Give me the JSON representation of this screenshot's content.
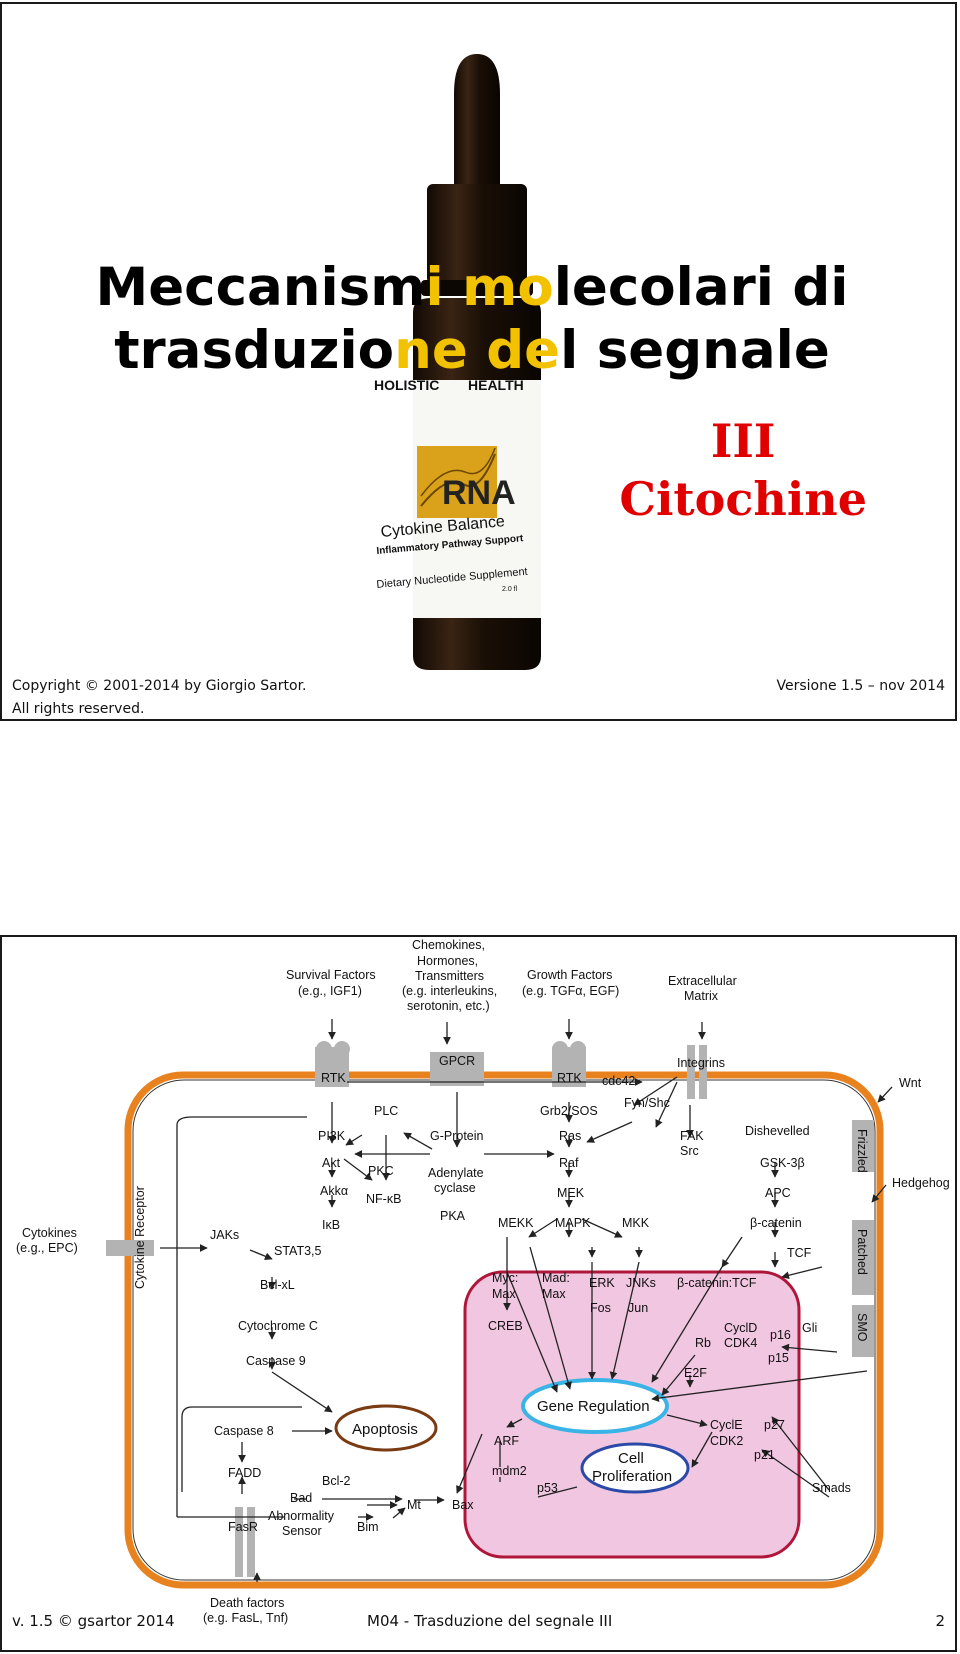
{
  "slide1": {
    "title_line1_a": "Meccanism",
    "title_line1_b": "i mo",
    "title_line1_c": "lecolari di",
    "title_line2_a": "trasduzio",
    "title_line2_b": "ne de",
    "title_line2_c": "l segnale",
    "subtitle_line1": "III",
    "subtitle_line2": "Citochine",
    "copyright": "Copyright © 2001-2014  by Giorgio Sartor.",
    "rights": "All rights reserved.",
    "version": "Versione 1.5 – nov 2014",
    "bottle_label": {
      "brand_left": "HOLISTIC",
      "brand_right": "HEALTH",
      "product": "RNA",
      "line1": "Cytokine Balance",
      "line2": "Inflammatory Pathway Support",
      "line3": "Dietary Nucleotide Supplement",
      "line4": "2.0 fl"
    }
  },
  "slide2": {
    "labels": {
      "survival": "Survival Factors",
      "survival_eg": "(e.g., IGF1)",
      "chemo1": "Chemokines,",
      "chemo2": "Hormones,",
      "chemo3": "Transmitters",
      "chemo4": "(e.g. interleukins,",
      "chemo5": "serotonin, etc.)",
      "growth": "Growth Factors",
      "growth_eg": "(e.g. TGFα, EGF)",
      "extra1": "Extracellular",
      "extra2": "Matrix",
      "rtk1": "RTK",
      "gpcr": "GPCR",
      "rtk2": "RTK",
      "integrins": "Integrins",
      "wnt": "Wnt",
      "cdc42": "cdc42",
      "plc": "PLC",
      "grb2": "Grb2/SOS",
      "fynshc": "Fyn/Shc",
      "pi3k": "PI3K",
      "gprotein": "G-Protein",
      "ras": "Ras",
      "fak": "FAK",
      "src": "Src",
      "dishevelled": "Dishevelled",
      "frizzled": "Frizzled",
      "akt": "Akt",
      "pkc": "PKC",
      "adenylate1": "Adenylate",
      "adenylate2": "cyclase",
      "raf": "Raf",
      "gsk": "GSK-3β",
      "hedgehog": "Hedgehog",
      "akka": "Akkα",
      "nfkb": "NF-κB",
      "apc": "APC",
      "cytokines1": "Cytokines",
      "cytokines2": "(e.g., EPC)",
      "cytorec": "Cytokine Receptor",
      "jaks": "JAKs",
      "ikb": "IκB",
      "pka": "PKA",
      "mek": "MEK",
      "mekk": "MEKK",
      "mapk": "MAPK",
      "mkk": "MKK",
      "bcat": "β-catenin",
      "patched": "Patched",
      "stat": "STAT3,5",
      "tcf": "TCF",
      "myc": "Myc:",
      "mad": "Mad:",
      "max1": "Max",
      "max2": "Max",
      "erk": "ERK",
      "jnks": "JNKs",
      "bcattcf": "β-catenin:TCF",
      "bclxl": "Bcl-xL",
      "fos": "Fos",
      "jun": "Jun",
      "smo": "SMO",
      "cytc": "Cytochrome C",
      "creb": "CREB",
      "cycd": "CyclD",
      "cdk4": "CDK4",
      "p16": "p16",
      "gli": "Gli",
      "rb": "Rb",
      "casp9": "Caspase 9",
      "p15": "p15",
      "e2f": "E2F",
      "generegulation": "Gene Regulation",
      "casp8": "Caspase 8",
      "apoptosis": "Apoptosis",
      "cyce": "CyclE",
      "p27": "p27",
      "arf": "ARF",
      "cdk2": "CDK2",
      "cell1": "Cell",
      "cell2": "Proliferation",
      "p21": "p21",
      "fadd": "FADD",
      "bcl2": "Bcl-2",
      "mdm2": "mdm2",
      "bad": "Bad",
      "smads": "Smads",
      "p53": "p53",
      "mt": "Mt",
      "bax": "Bax",
      "abn1": "Abnormality",
      "abn2": "Sensor",
      "fasr": "FasR",
      "bim": "Bim",
      "death1": "Death factors",
      "death2": "(e.g. FasL, Tnf)"
    },
    "footer_left": "v. 1.5 © gsartor 2014",
    "footer_center": "M04 - Trasduzione del segnale III",
    "footer_right": "2"
  },
  "colors": {
    "title_highlight": "#f2c200",
    "subtitle": "#e00000",
    "cell_membrane": "#e8821e",
    "nucleus_fill": "#f1c6e0",
    "nucleus_border": "#b0163a",
    "gene_regulation": "#3ab4e6",
    "apoptosis": "#7a3a12",
    "proliferation": "#2b4aa8",
    "receptor_gray": "#b3b3b3"
  }
}
